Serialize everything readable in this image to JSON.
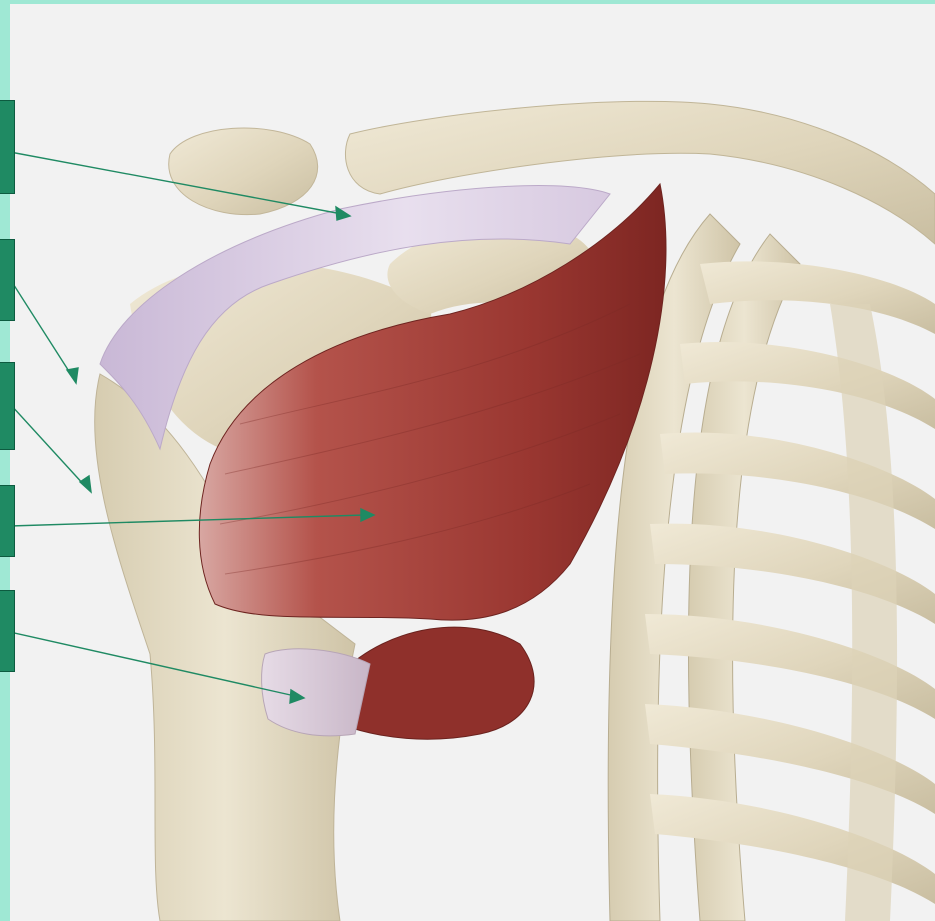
{
  "figure": {
    "labels": [
      {
        "id": "tab-1",
        "text": ""
      },
      {
        "id": "tab-2",
        "text": ""
      },
      {
        "id": "tab-3",
        "text": ""
      },
      {
        "id": "tab-4",
        "text": ""
      },
      {
        "id": "tab-5",
        "text": ""
      }
    ],
    "colors": {
      "page_background": "#9fe8d4",
      "image_background": "#f2f2f2",
      "label_box": "#1f8a63",
      "leader_line": "#1f8a63",
      "bone": "#e3dac3",
      "muscle": "#9b3a34",
      "ligament": "#ddd0e6"
    }
  }
}
